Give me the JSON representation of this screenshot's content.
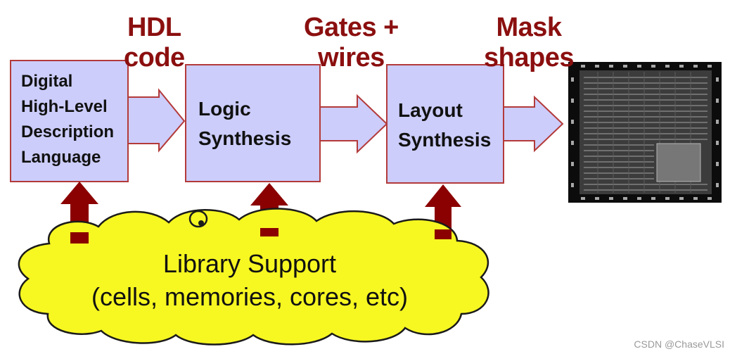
{
  "stage_labels": {
    "hdl": [
      "HDL",
      "code"
    ],
    "gates": [
      "Gates +",
      "wires"
    ],
    "mask": [
      "Mask",
      "shapes"
    ]
  },
  "boxes": {
    "hdl_language": [
      "Digital",
      "High-Level",
      "Description",
      "Language"
    ],
    "logic_synthesis": [
      "Logic",
      "Synthesis"
    ],
    "layout_synthesis": [
      "Layout",
      "Synthesis"
    ]
  },
  "library_support": {
    "title": "Library Support",
    "subtitle": "(cells, memories, cores, etc)"
  },
  "watermark": "CSDN @ChaseVLSI",
  "colors": {
    "box_fill": "#cccdfb",
    "box_stroke": "#b33a3a",
    "label_red": "#8b0f0f",
    "support_arrow": "#8b0000",
    "cloud_fill": "#f7f722",
    "cloud_stroke": "#1a1a1a",
    "chip_background": "#0c0c0c"
  },
  "icons": {
    "chip": "chip-die-photo"
  }
}
